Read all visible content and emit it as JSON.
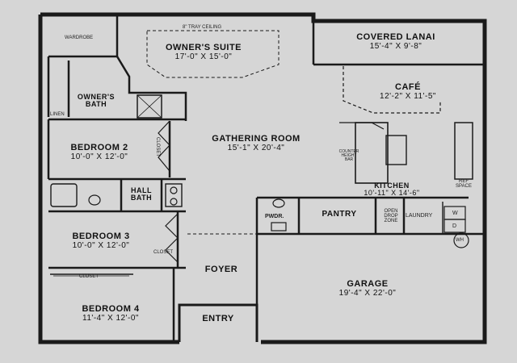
{
  "rooms": {
    "owners_suite": {
      "name": "OWNER'S SUITE",
      "dims": "17'-0\" X 15'-0\""
    },
    "tray": "8\" TRAY CEILING",
    "wardrobe": "WARDROBE",
    "owners_bath": {
      "name": "OWNER'S BATH"
    },
    "linen": "LINEN",
    "covered_lanai": {
      "name": "COVERED LANAI",
      "dims": "15'-4\" X 9'-8\""
    },
    "cafe": {
      "name": "CAFÉ",
      "dims": "12'-2\" X 11'-5\""
    },
    "gathering_room": {
      "name": "GATHERING ROOM",
      "dims": "15'-1\" X 20'-4\""
    },
    "bedroom2": {
      "name": "BEDROOM 2",
      "dims": "10'-0\" X 12'-0\""
    },
    "closet": "CLOSET",
    "hall_bath": {
      "name": "HALL BATH"
    },
    "counter": "COUNTER HEIGHT BAR",
    "kitchen": {
      "name": "KITCHEN",
      "dims": "10'-11\" X 14'-6\""
    },
    "ref_space": "REF SPACE",
    "pwdr": "PWDR.",
    "pantry": "PANTRY",
    "open_drop": "OPEN DROP ZONE",
    "laundry": "LAUNDRY",
    "w": "W",
    "d": "D",
    "wh": "WH",
    "bedroom3": {
      "name": "BEDROOM 3",
      "dims": "10'-0\" X 12'-0\""
    },
    "foyer": {
      "name": "FOYER"
    },
    "garage": {
      "name": "GARAGE",
      "dims": "19'-4\" X 22'-0\""
    },
    "bedroom4": {
      "name": "BEDROOM 4",
      "dims": "11'-4\" X 12'-0\""
    },
    "entry": {
      "name": "ENTRY"
    }
  }
}
